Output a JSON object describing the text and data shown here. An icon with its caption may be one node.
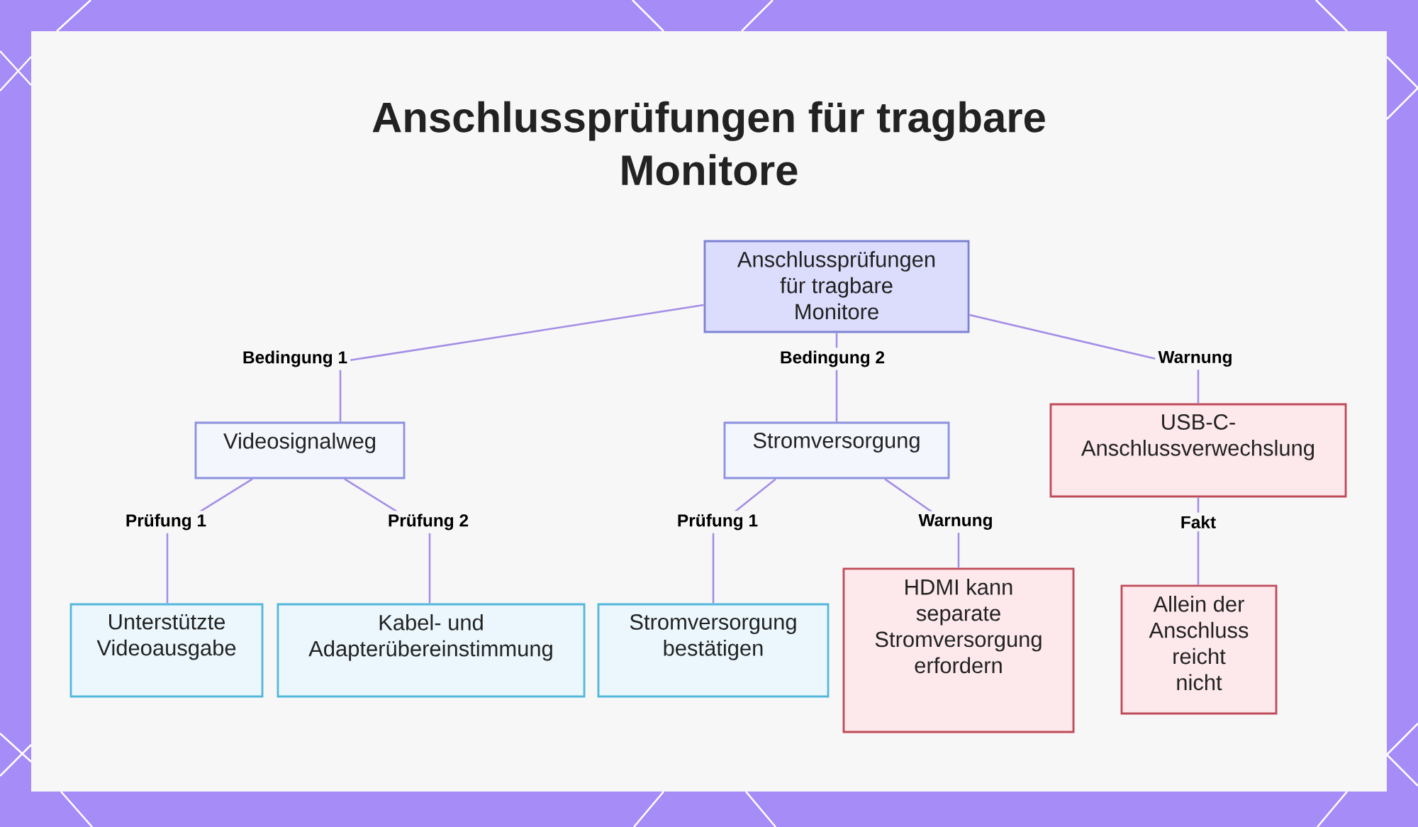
{
  "diagram": {
    "title": "Anschlussprüfungen für tragbare Monitore",
    "nodes": [
      {
        "text": [
          "Anschlussprüfungen für tragbare Monitore"
        ]
      },
      {
        "text": [
          "Videosignalweg"
        ]
      },
      {
        "text": [
          "Stromversorgung"
        ]
      },
      {
        "text": [
          "USB-C- Anschlussverwechslung"
        ]
      },
      {
        "text": [
          "Unterstützte Videoausgabe"
        ]
      },
      {
        "text": [
          "Kabel- und Adapterübereinstimmung"
        ]
      },
      {
        "text": [
          "Stromversorgung bestätigen"
        ]
      },
      {
        "text": [
          "HDMI kann separate Stromversorgung erfordern"
        ]
      },
      {
        "text": [
          "Allein der Anschluss reicht nicht"
        ]
      }
    ],
    "edges": [
      {
        "from": 0,
        "to": 1,
        "arrow": "none",
        "label": "Bedingung 1"
      },
      {
        "from": 0,
        "to": 2,
        "arrow": "none",
        "label": "Bedingung 2"
      },
      {
        "from": 0,
        "to": 3,
        "arrow": "none",
        "label": "Warnung"
      },
      {
        "from": 1,
        "to": 4,
        "arrow": "none",
        "label": "Prüfung 1"
      },
      {
        "from": 1,
        "to": 5,
        "arrow": "none",
        "label": "Prüfung 2"
      },
      {
        "from": 2,
        "to": 6,
        "arrow": "none",
        "label": "Prüfung 1"
      },
      {
        "from": 2,
        "to": 7,
        "arrow": "none",
        "label": "Warnung"
      },
      {
        "from": 3,
        "to": 8,
        "arrow": "none",
        "label": "Fakt"
      }
    ]
  }
}
